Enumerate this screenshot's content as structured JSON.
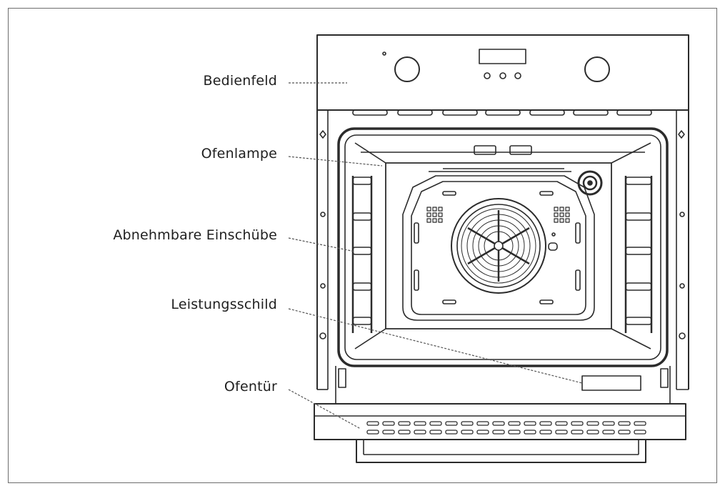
{
  "labels": {
    "control_panel": "Bedienfeld",
    "oven_lamp": "Ofenlampe",
    "removable_racks": "Abnehmbare Einschübe",
    "rating_plate": "Leistungsschild",
    "oven_door": "Ofentür"
  },
  "colors": {
    "line": "#2b2b2b",
    "text": "#1f1f1f",
    "frame": "#6d6d6d"
  }
}
